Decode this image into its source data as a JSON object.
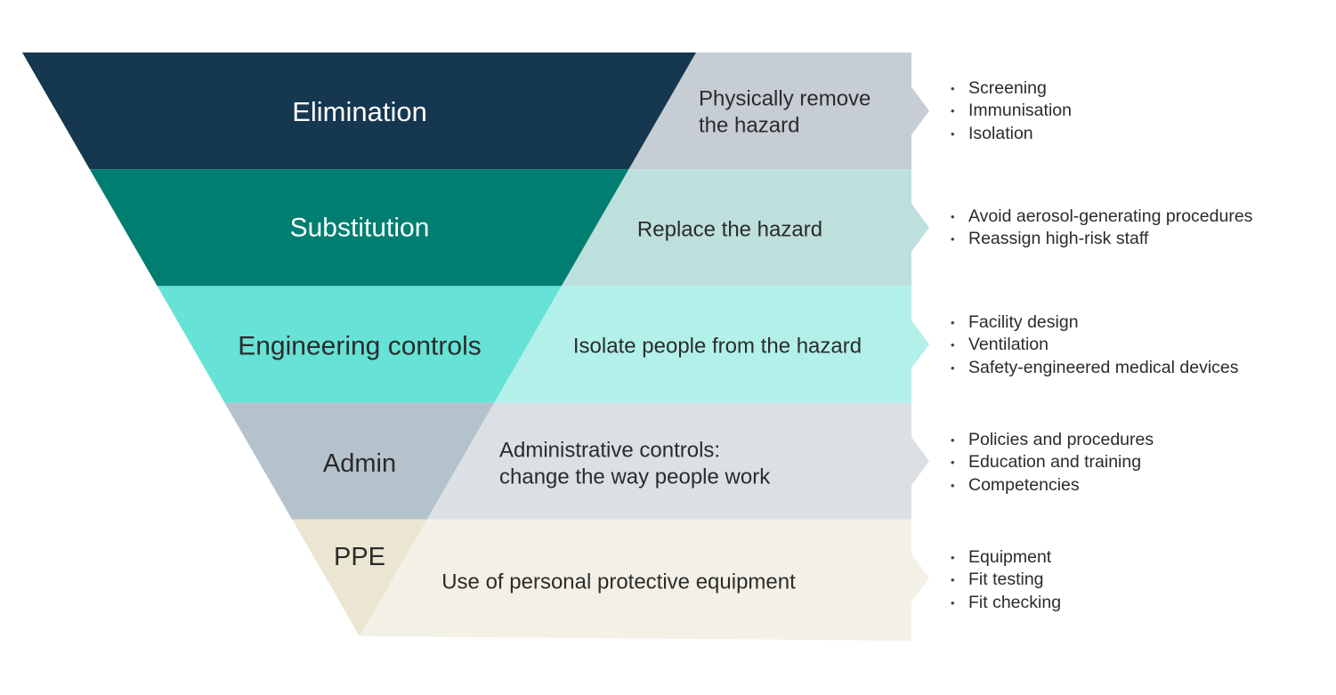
{
  "levels": [
    {
      "title": "Elimination",
      "description": [
        "Physically remove",
        "the hazard"
      ],
      "examples": [
        "Screening",
        "Immunisation",
        "Isolation"
      ],
      "colors": {
        "dark": "#15374f",
        "light": "#c7cdd4",
        "title_text": "#ffffff",
        "desc_text": "#2b2b2b"
      }
    },
    {
      "title": "Substitution",
      "description": [
        "Replace the hazard"
      ],
      "examples": [
        "Avoid aerosol-generating procedures",
        "Reassign high-risk staff"
      ],
      "colors": {
        "dark": "#007e71",
        "light": "#bde0dd",
        "title_text": "#ffffff",
        "desc_text": "#2b2b2b"
      }
    },
    {
      "title": "Engineering controls",
      "description": [
        "Isolate people from the hazard"
      ],
      "examples": [
        "Facility design",
        "Ventilation",
        "Safety-engineered medical devices"
      ],
      "colors": {
        "dark": "#66e2d6",
        "light": "#b2f0e9",
        "title_text": "#2b2b2b",
        "desc_text": "#2b2b2b"
      }
    },
    {
      "title": "Admin",
      "description": [
        "Administrative controls:",
        "change the way people work"
      ],
      "examples": [
        "Policies and procedures",
        "Education and training",
        "Competencies"
      ],
      "colors": {
        "dark": "#b4c2cc",
        "light": "#dae0e3",
        "title_text": "#2b2b2b",
        "desc_text": "#2b2b2b"
      }
    },
    {
      "title": "PPE",
      "description": [
        "Use of personal protective equipment"
      ],
      "examples": [
        "Equipment",
        "Fit testing",
        "Fit checking"
      ],
      "colors": {
        "dark": "#ebe6d1",
        "light": "#f3f1e6",
        "title_text": "#2b2b2b",
        "desc_text": "#2b2b2b"
      }
    }
  ]
}
